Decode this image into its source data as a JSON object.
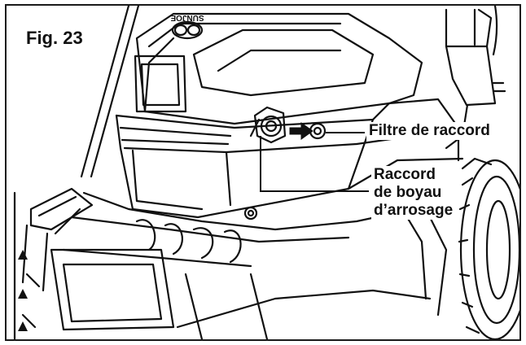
{
  "figure": {
    "label": "Fig. 23"
  },
  "callouts": {
    "filter": "Filtre de raccord",
    "hose_line1": "Raccord",
    "hose_line2": "de boyau",
    "hose_line3": "d’arrosage"
  },
  "logo_text": "SUNJOE",
  "colors": {
    "line": "#111111",
    "background": "#ffffff"
  }
}
